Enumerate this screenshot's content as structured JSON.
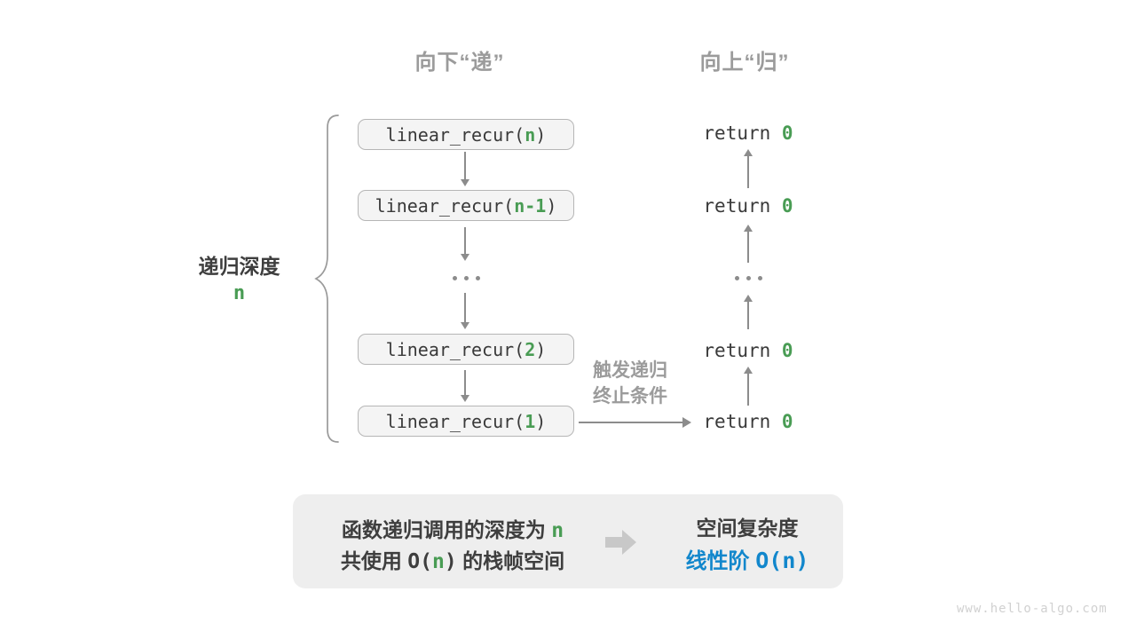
{
  "headers": {
    "descend": "向下“递”",
    "ascend": "向上“归”"
  },
  "depth_brace": {
    "label": "递归深度",
    "value": "n"
  },
  "call_stack": {
    "boxes": [
      {
        "pre": "linear_recur(",
        "arg": "n",
        "post": ")"
      },
      {
        "pre": "linear_recur(",
        "arg": "n-1",
        "post": ")"
      },
      {
        "pre": "linear_recur(",
        "arg": "2",
        "post": ")"
      },
      {
        "pre": "linear_recur(",
        "arg": "1",
        "post": ")"
      }
    ],
    "ellipsis": "..."
  },
  "returns": {
    "keyword": "return ",
    "value": "0",
    "ellipsis": "..."
  },
  "trigger": {
    "line1": "触发递归",
    "line2": "终止条件"
  },
  "summary": {
    "line1_text": "函数递归调用的深度为 ",
    "line1_value": "n",
    "line2_label": "共使用 ",
    "line2_open": "O(",
    "line2_value": "n",
    "line2_close": ")",
    "line2_rest": " 的栈帧空间",
    "result_title": "空间复杂度",
    "result_label": "线性阶 ",
    "result_notation": "O(n)"
  },
  "watermark": "www.hello-algo.com",
  "colors": {
    "accent_green": "#499c54",
    "accent_blue": "#1287cc",
    "label_gray": "#9b9b9b",
    "arrow_gray": "#8c8c8c",
    "box_fill": "#f4f4f4",
    "box_border": "#b6b6b6",
    "panel_fill": "#eeeeee"
  }
}
